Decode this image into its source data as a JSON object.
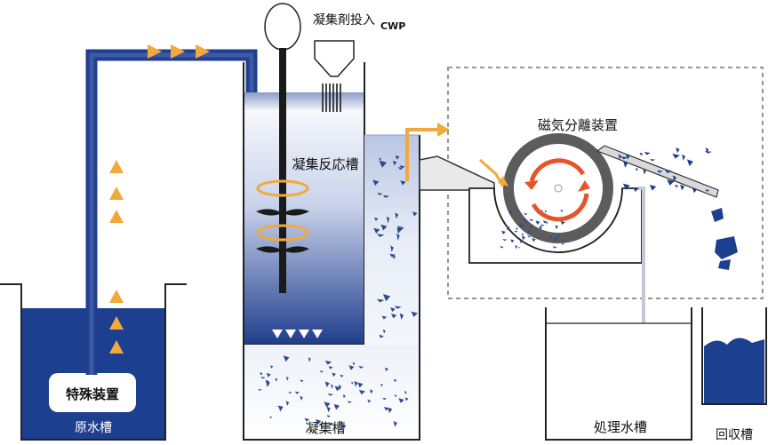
{
  "labels": {
    "raw_tank": "原水槽",
    "special_device": "特殊装置",
    "coagulant_input": "凝集剤投入",
    "cwp": "CWP",
    "reaction_tank": "凝集反応槽",
    "floc_tank": "凝集槽",
    "magnetic_separator": "磁気分離装置",
    "treated_tank": "処理水槽",
    "recovery_tank": "回収槽"
  },
  "colors": {
    "water_dark": "#1d3f8f",
    "pipe": "#213f8c",
    "arrow_orange": "#f2a93b",
    "drum_ring": "#5c5c5c",
    "rotation_arrow": "#e8542a",
    "floc": "#2d4b8f"
  },
  "icons": [
    "flow-arrow-icon",
    "motor-icon",
    "hopper-icon",
    "stirrer-icon",
    "rotation-arrow-icon"
  ]
}
